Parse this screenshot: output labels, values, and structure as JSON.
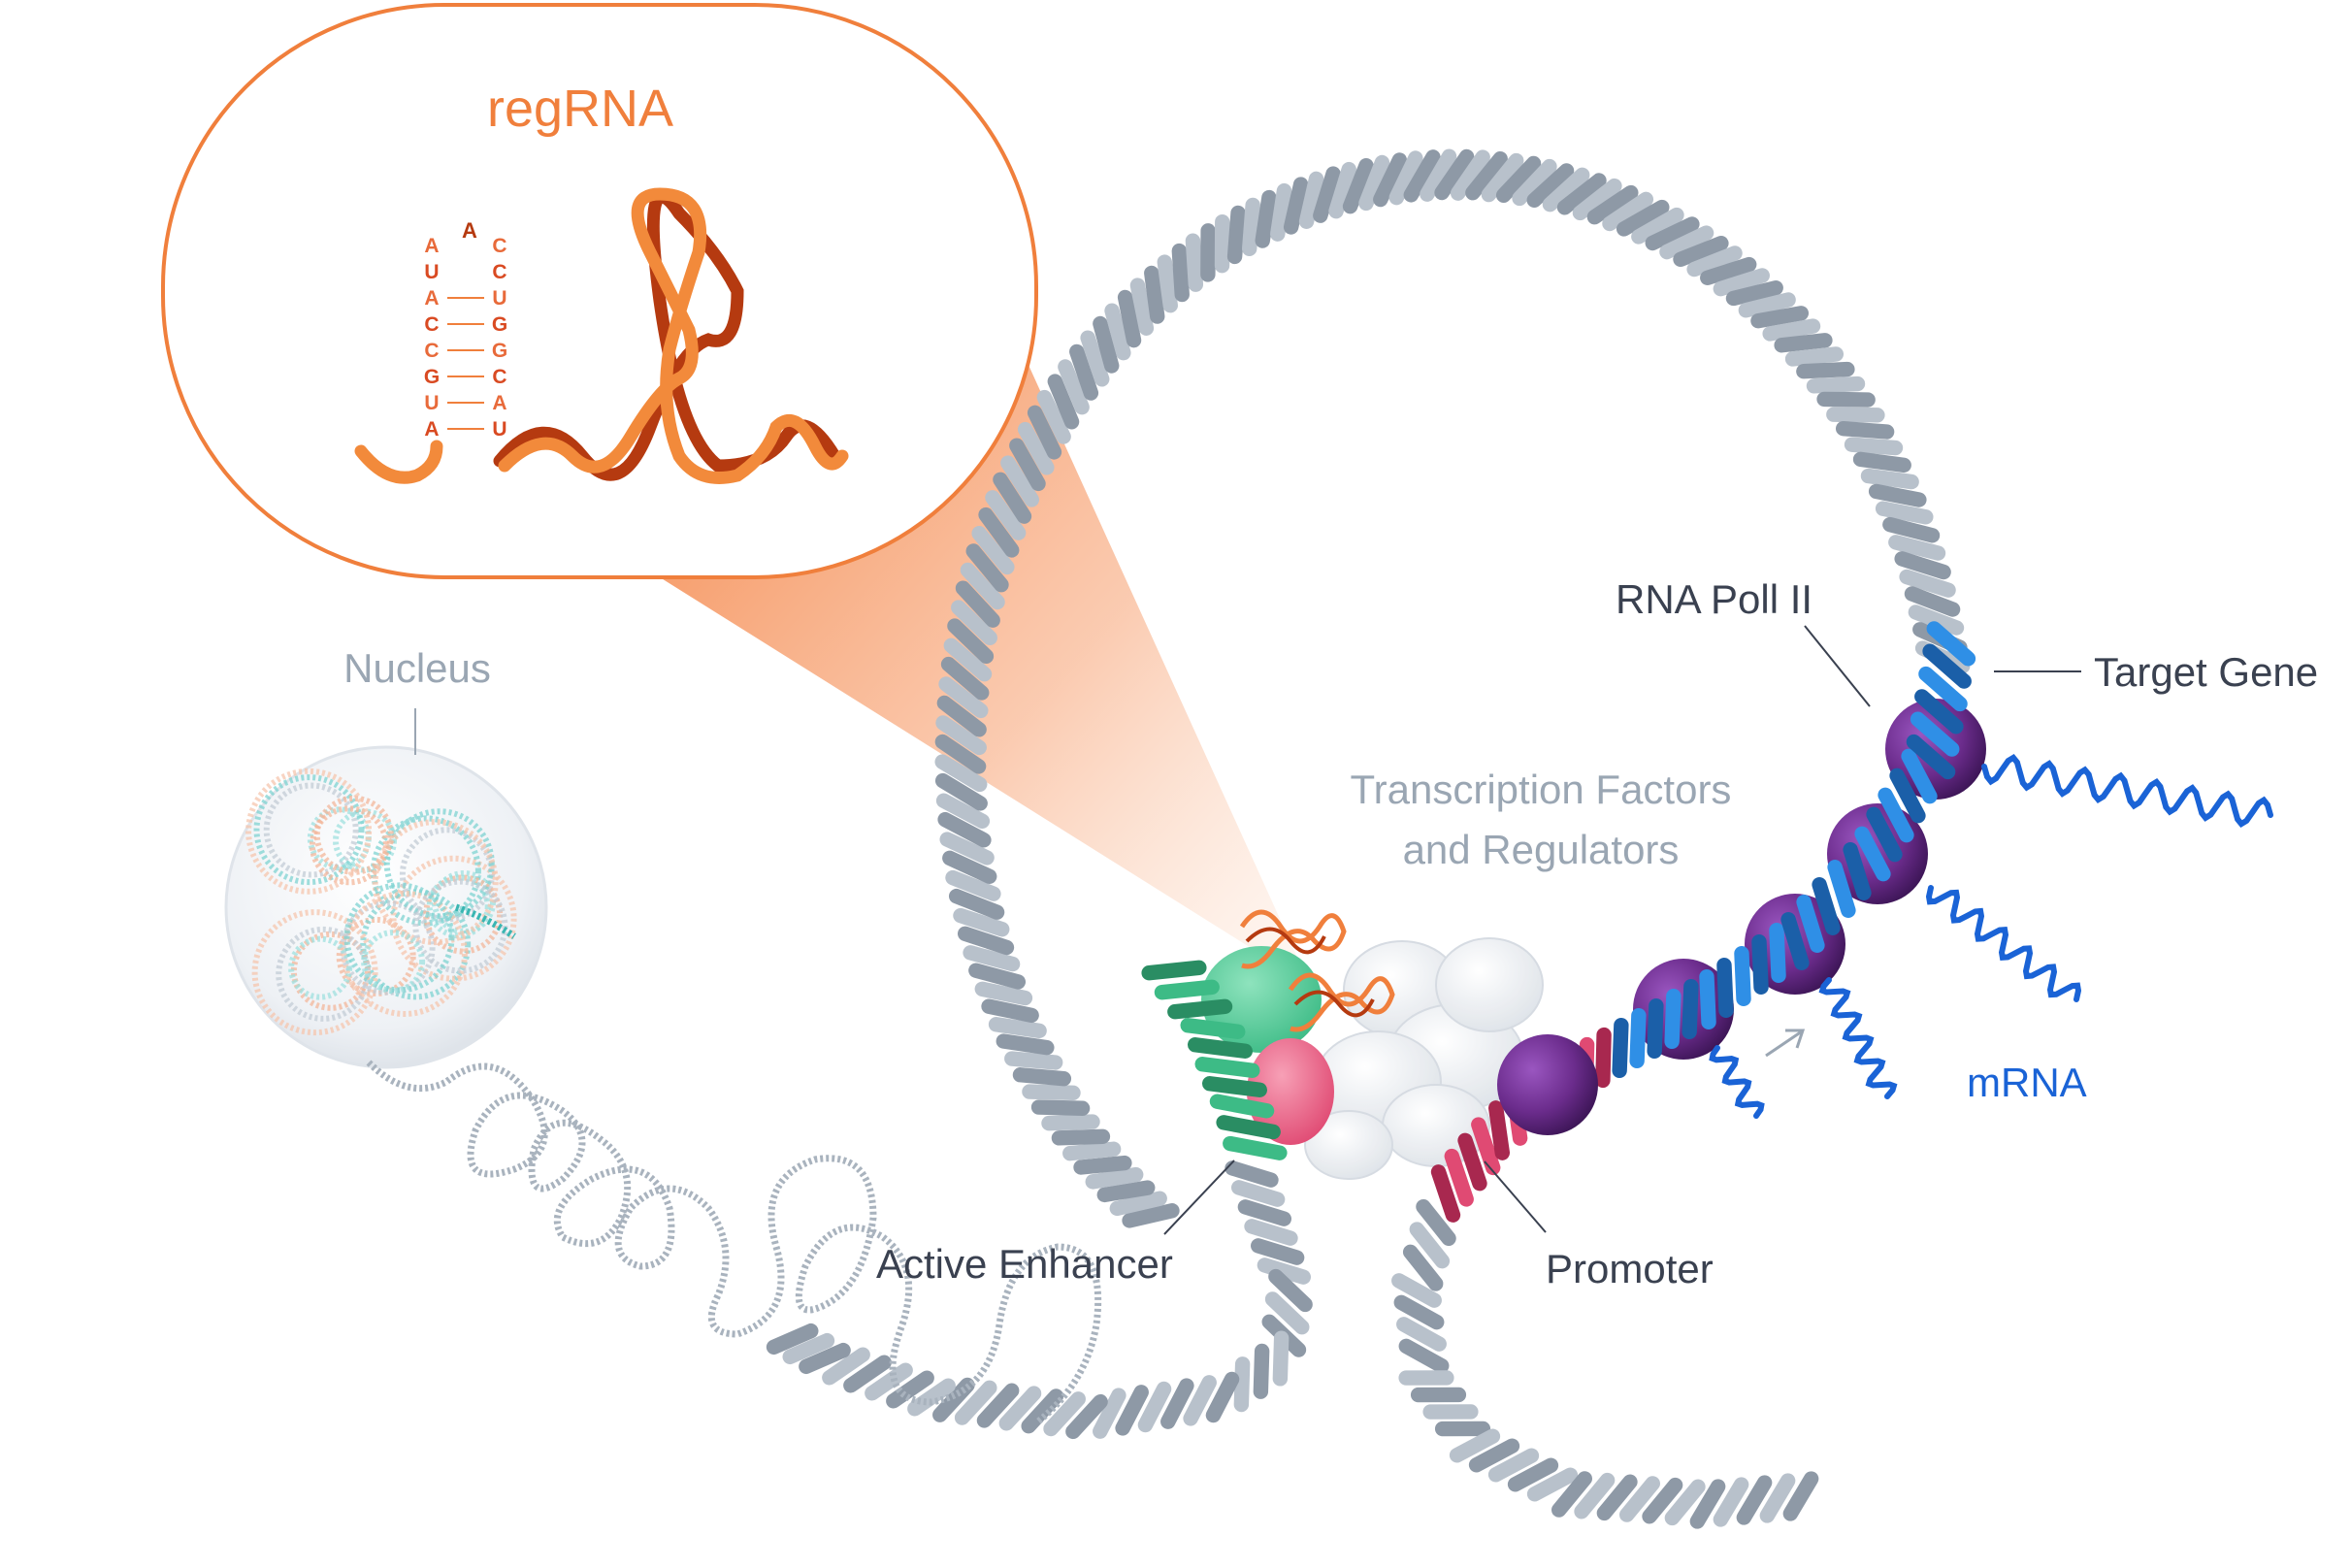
{
  "callout": {
    "title": "regRNA",
    "stem_left": [
      "A",
      "U",
      "A",
      "C",
      "C",
      "G",
      "U",
      "A"
    ],
    "stem_top": "A",
    "stem_right": [
      "C",
      "C",
      "U",
      "G",
      "G",
      "C",
      "A",
      "U"
    ]
  },
  "labels": {
    "nucleus": "Nucleus",
    "tf_line1": "Transcription Factors",
    "tf_line2": "and Regulators",
    "rna_pol": "RNA Poll II",
    "target_gene": "Target Gene",
    "mrna": "mRNA",
    "active_enhancer": "Active Enhancer",
    "promoter": "Promoter"
  },
  "colors": {
    "regrna": "#f07f3c",
    "regrna_dark": "#b53a10",
    "dna": "#b8c1cb",
    "dna_dark": "#8e99a6",
    "target_gene": "#2f8fe6",
    "promoter": "#e04a73",
    "enhancer": "#3dbb86",
    "nucleosome": "#6b2c8c",
    "mrna": "#1a63d6",
    "label_dark": "#3a4150",
    "label_light": "#9aa6b3"
  }
}
